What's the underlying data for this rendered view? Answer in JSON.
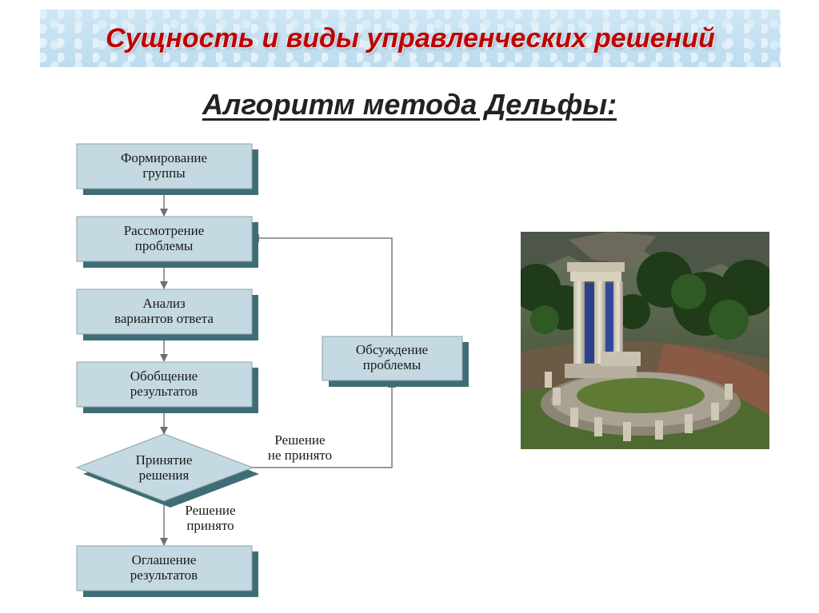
{
  "title": "Сущность и виды управленческих решений",
  "subtitle": "Алгоритм метода Дельфы:",
  "flowchart": {
    "steps": [
      {
        "line1": "Формирование",
        "line2": "группы"
      },
      {
        "line1": "Рассмотрение",
        "line2": "проблемы"
      },
      {
        "line1": "Анализ",
        "line2": "вариантов ответа"
      },
      {
        "line1": "Обобщение",
        "line2": "результатов"
      }
    ],
    "decision": {
      "line1": "Принятие",
      "line2": "решения"
    },
    "final_step": {
      "line1": "Оглашение",
      "line2": "результатов"
    },
    "loop_step": {
      "line1": "Обсуждение",
      "line2": "проблемы"
    },
    "no_label": {
      "line1": "Решение",
      "line2": "не принято"
    },
    "yes_label": {
      "line1": "Решение",
      "line2": "принято"
    }
  },
  "colors": {
    "title": "#c00000",
    "box_fill": "#c4d9e2",
    "box_shadow": "#3f6d76",
    "line": "#7a7a7a"
  }
}
